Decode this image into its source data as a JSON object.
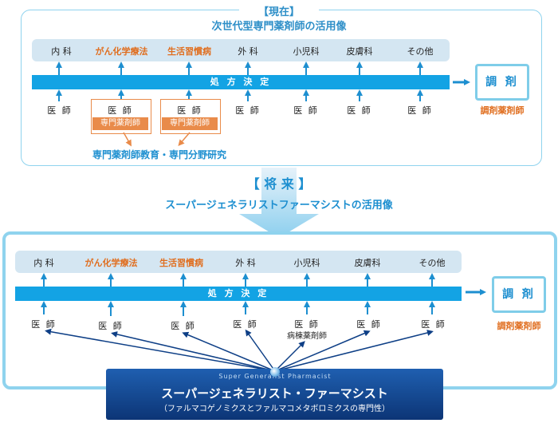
{
  "top": {
    "bracket_title": "【現在】",
    "subtitle": "次世代型専門薬剤師の活用像",
    "departments": [
      "内 科",
      "がん化学療法",
      "生活習慣病",
      "外 科",
      "小児科",
      "皮膚科",
      "その他"
    ],
    "decision_bar": "処 方 決 定",
    "doctor_label": "医 師",
    "specialist_tag": "専門薬剤師",
    "education_note": "専門薬剤師教育・専門分野研究",
    "dispensing": "調 剤",
    "dispensing_pharmacist": "調剤薬剤師"
  },
  "future": {
    "bracket_title": "【 将 来 】",
    "subtitle": "スーパージェネラリストファーマシストの活用像"
  },
  "bottom": {
    "departments": [
      "内 科",
      "がん化学療法",
      "生活習慣病",
      "外 科",
      "小児科",
      "皮膚科",
      "その他"
    ],
    "decision_bar": "処 方 決 定",
    "doctor_label": "医 師",
    "ward_pharmacist": "病棟薬剤師",
    "dispensing": "調 剤",
    "dispensing_pharmacist": "調剤薬剤師",
    "sg_english": "Super Generalist  Pharmacist",
    "sg_title": "スーパージェネラリスト・ファーマシスト",
    "sg_subtitle": "（ファルマコゲノミクスとファルマコメタボロミクスの専門性）"
  },
  "colors": {
    "accent_blue": "#13a3e4",
    "light_band": "#d4e6f2",
    "frame": "#8fd3ee",
    "orange": "#e06e1f",
    "navy": "#0e3f86"
  }
}
